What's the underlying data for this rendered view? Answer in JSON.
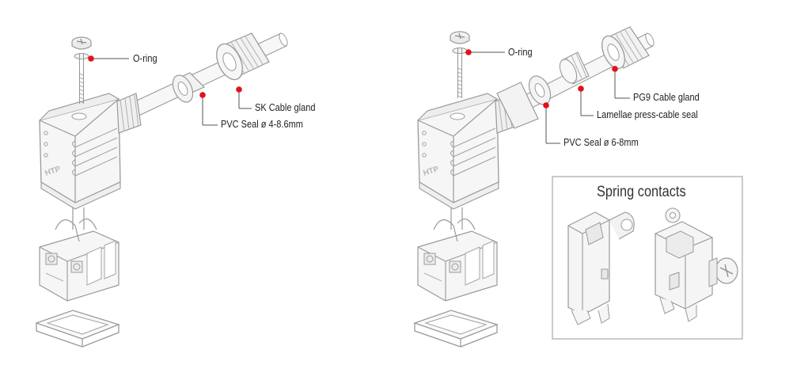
{
  "left_assembly": {
    "callouts": [
      {
        "id": "oring",
        "label": "O-ring"
      },
      {
        "id": "gland",
        "label": "SK Cable gland"
      },
      {
        "id": "seal",
        "label": "PVC Seal ø 4-8.6mm"
      }
    ],
    "logo_text": "HTP"
  },
  "right_assembly": {
    "callouts": [
      {
        "id": "oring",
        "label": "O-ring"
      },
      {
        "id": "gland",
        "label": "PG9 Cable gland"
      },
      {
        "id": "lamellae",
        "label": "Lamellae press-cable seal"
      },
      {
        "id": "seal",
        "label": "PVC Seal ø 6-8mm"
      }
    ],
    "logo_text": "HTP"
  },
  "spring_panel": {
    "title": "Spring contacts"
  },
  "colors": {
    "callout_dot": "#e3101b",
    "line": "#555555",
    "outline": "#9a9a9a",
    "fill": "#f5f5f5",
    "panel_border": "#a8a8a8"
  }
}
